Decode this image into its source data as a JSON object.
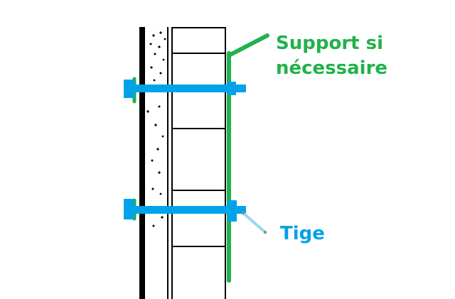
{
  "labels": {
    "support_line1": "Support si",
    "support_line2": "nécessaire",
    "tige": "Tige"
  },
  "colors": {
    "support": "#22b14c",
    "rod": "#00a2e8",
    "pointer": "#99d9ea",
    "stroke": "#000000",
    "background": "#ffffff"
  }
}
